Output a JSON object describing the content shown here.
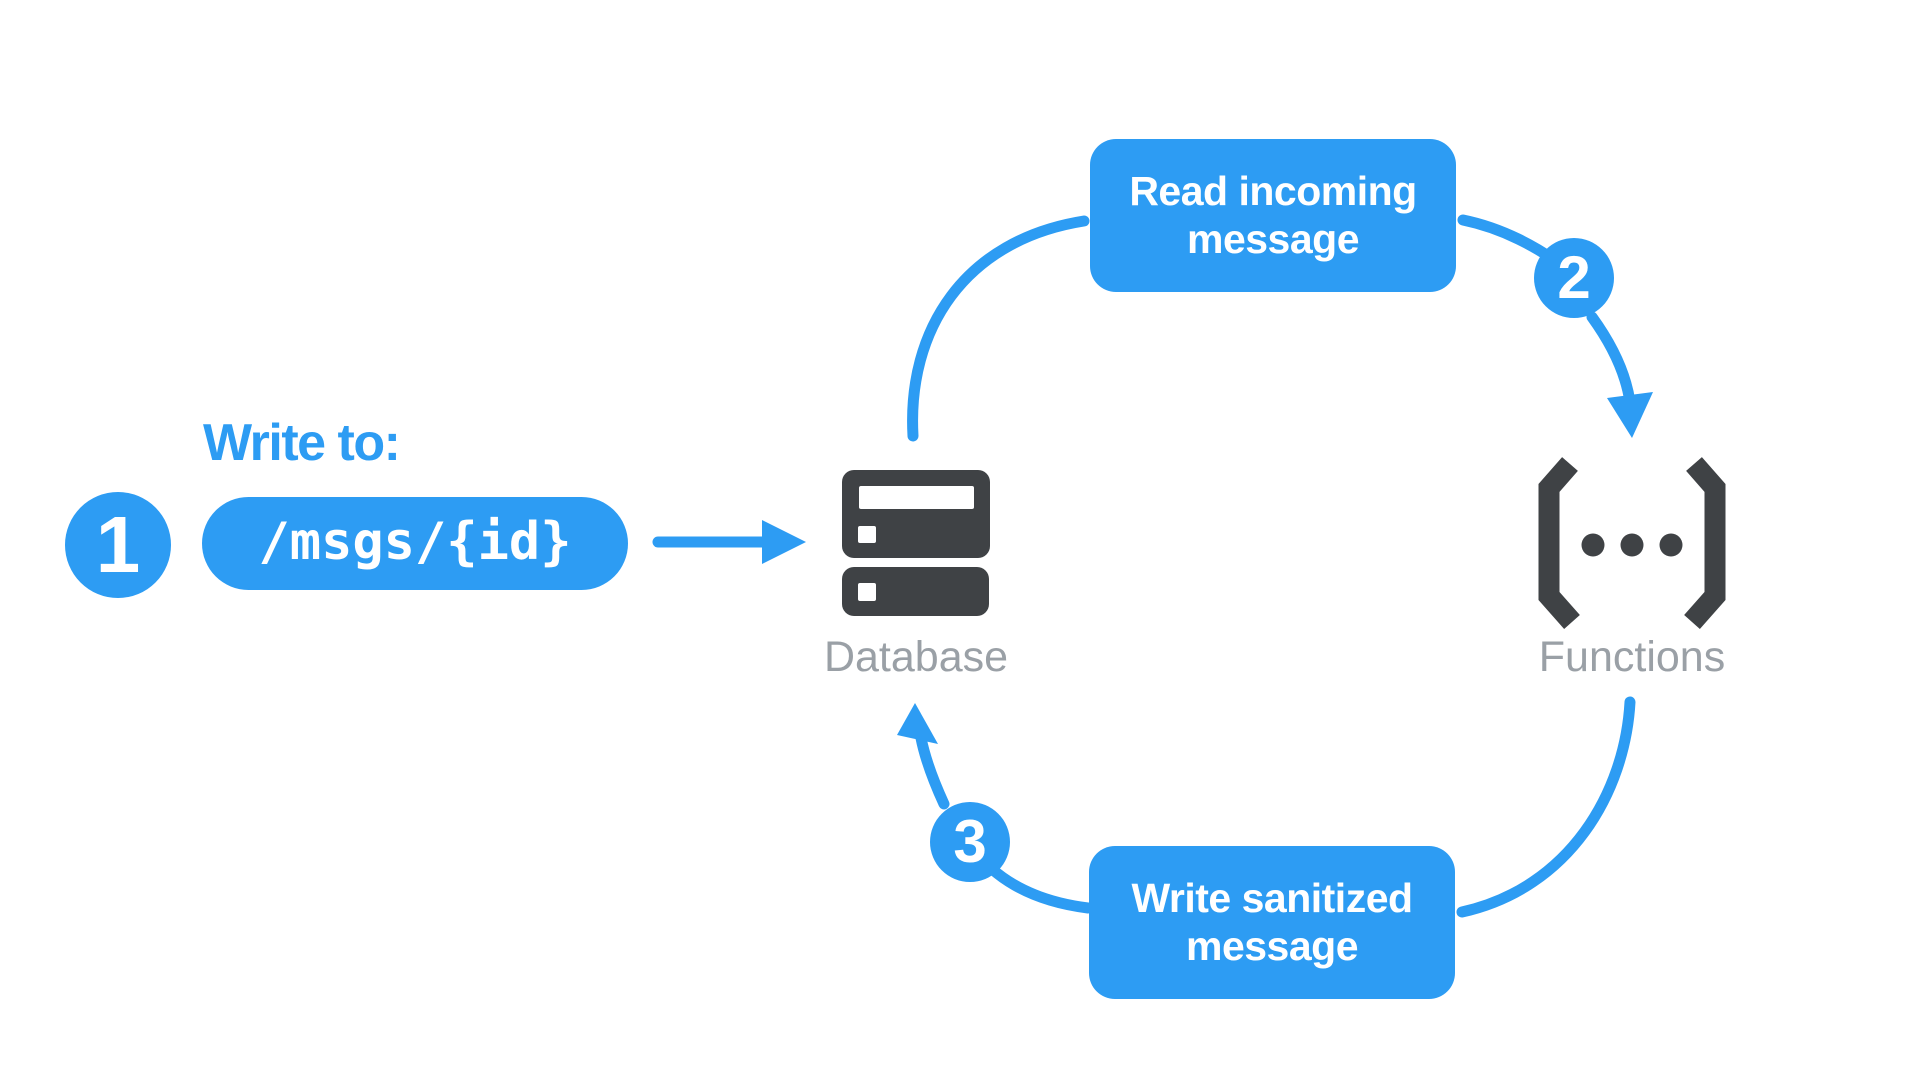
{
  "colors": {
    "background": "#ffffff",
    "accent": "#2D9CF3",
    "icon_dark": "#3F4245",
    "label_gray": "#9AA0A6",
    "text_on_accent": "#ffffff"
  },
  "labels": {
    "write_to": "Write to:",
    "path": "/msgs/{id}",
    "database": "Database",
    "functions": "Functions"
  },
  "boxes": {
    "read_incoming": "Read incoming message",
    "write_sanitized": "Write sanitized message"
  },
  "steps": [
    "1",
    "2",
    "3"
  ],
  "icons": [
    "database-icon",
    "cloud-functions-icon",
    "right-arrow-icon",
    "down-arrow-icon",
    "up-arrow-icon"
  ]
}
